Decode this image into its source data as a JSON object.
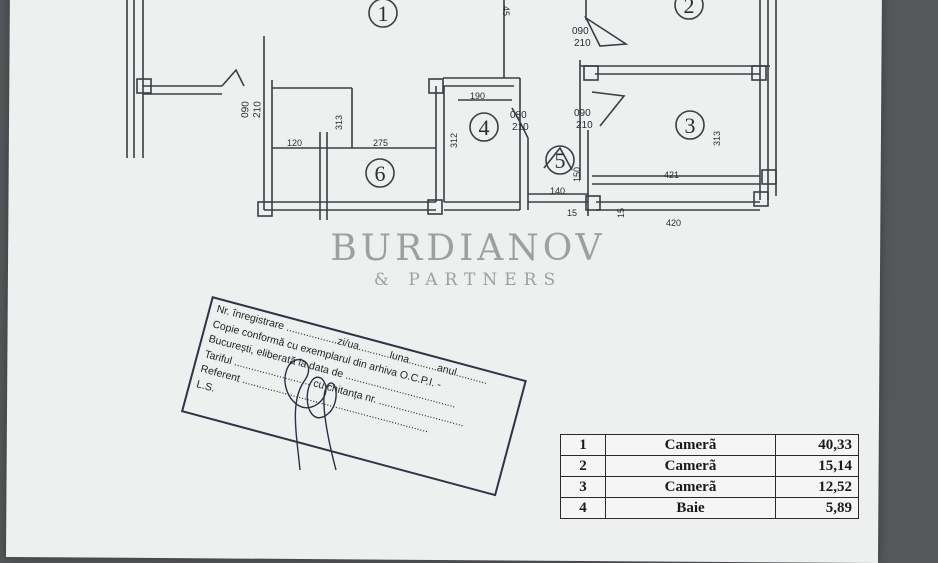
{
  "plan": {
    "rooms": [
      {
        "number": "1"
      },
      {
        "number": "2"
      },
      {
        "number": "3"
      },
      {
        "number": "4"
      },
      {
        "number": "5"
      },
      {
        "number": "6"
      }
    ],
    "dimensions": {
      "d120": "120",
      "d275": "275",
      "d313_left": "313",
      "d312": "312",
      "d190": "190",
      "d140": "140",
      "d150": "150",
      "d15_a": "15",
      "d15_b": "15",
      "d421": "421",
      "d420": "420",
      "d313_right": "313",
      "d45": "45"
    },
    "doors": {
      "left": [
        "090",
        "210"
      ],
      "top_right": [
        "090",
        "210"
      ],
      "mid": [
        "090",
        "210"
      ],
      "room4": [
        "080",
        "210"
      ]
    }
  },
  "watermark": {
    "name": "BURDIANOV",
    "sub": "& PARTNERS"
  },
  "stamp": {
    "lines": [
      "Nr. înregistrare ..................zi/ua...........luna..........anul...........",
      "Copie conformă cu exemplarul din arhiva O.C.P.I. -",
      "București, eliberată la data de .......................................",
      "Tariful ........................... cu chitanța nr. ..............................",
      "Referent ..................................................................",
      "L.S."
    ]
  },
  "legend": {
    "rows": [
      {
        "number": "1",
        "name": "Camerã",
        "area": "40,33"
      },
      {
        "number": "2",
        "name": "Camerã",
        "area": "15,14"
      },
      {
        "number": "3",
        "name": "Camerã",
        "area": "12,52"
      },
      {
        "number": "4",
        "name": "Baie",
        "area": "5,89"
      }
    ]
  }
}
